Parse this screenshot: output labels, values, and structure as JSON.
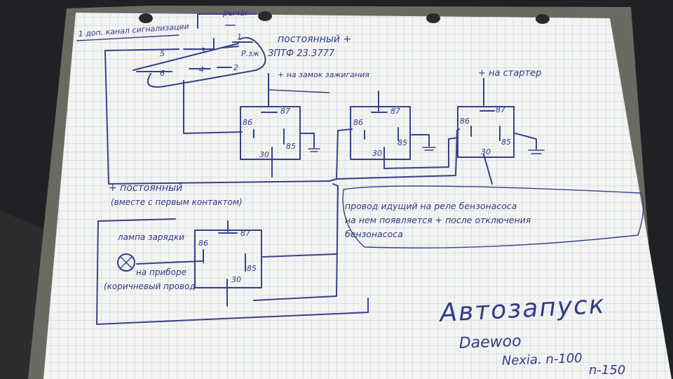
{
  "labels": {
    "dop_channel": "1 доп. канал сигнализации",
    "rychag": "рычаг",
    "postoyanny_top": "постоянный +",
    "relay_model": "ЗПТФ 23.3777",
    "relay_coil": "Р.зж",
    "plus_zamok": "+ на замок зажигания",
    "plus_starter": "+ на стартер",
    "postoyanny_bottom": "+ постоянный",
    "vmeste": "(вместе с первым контактом)",
    "provod_line1": "провод идущий на реле бензонасоса",
    "provod_line2": "на нем появляется + после отключения",
    "provod_line3": "бензонасоса",
    "lampa": "лампа зарядки",
    "na_pribore": "на приборе",
    "korichnevy": "(коричневый провод",
    "title": "Автозапуск",
    "brand": "Daewoo",
    "model": "Nexia. n-100",
    "model2": "n-150"
  },
  "switch_pins": [
    "5",
    "3",
    "1",
    "6",
    "4",
    "2"
  ],
  "relay_pins": [
    "87",
    "86",
    "85",
    "30"
  ]
}
